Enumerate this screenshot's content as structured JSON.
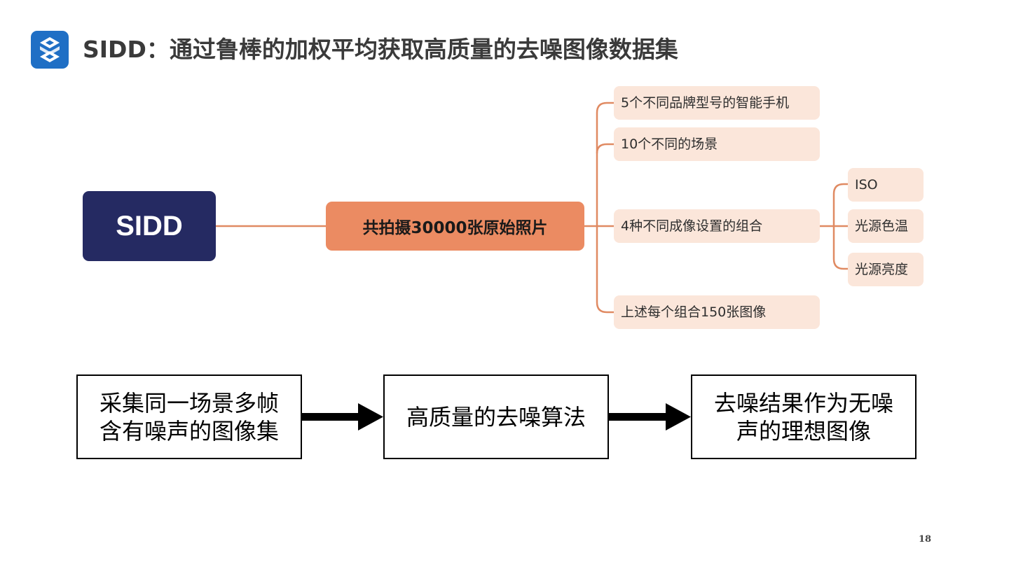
{
  "header": {
    "logo_icon": "stacked-s-logo-icon",
    "title": "SIDD：通过鲁棒的加权平均获取高质量的去噪图像数据集"
  },
  "mindmap": {
    "root": "SIDD",
    "main": "共拍摄30000张原始照片",
    "branches": [
      {
        "label": "5个不同品牌型号的智能手机"
      },
      {
        "label": "10个不同的场景"
      },
      {
        "label": "4种不同成像设置的组合",
        "children": [
          "ISO",
          "光源色温",
          "光源亮度"
        ]
      },
      {
        "label": "上述每个组合150张图像"
      }
    ],
    "colors": {
      "root": "#252a62",
      "main": "#eb8b62",
      "leaf": "#fbe6da",
      "connector": "#e08a62"
    }
  },
  "flow": {
    "steps": [
      {
        "line1": "采集同一场景多帧",
        "line2": "含有噪声的图像集"
      },
      {
        "line1": "高质量的去噪算法",
        "line2": ""
      },
      {
        "line1": "去噪结果作为无噪",
        "line2": "声的理想图像"
      }
    ]
  },
  "footer": {
    "page_number": "18"
  }
}
